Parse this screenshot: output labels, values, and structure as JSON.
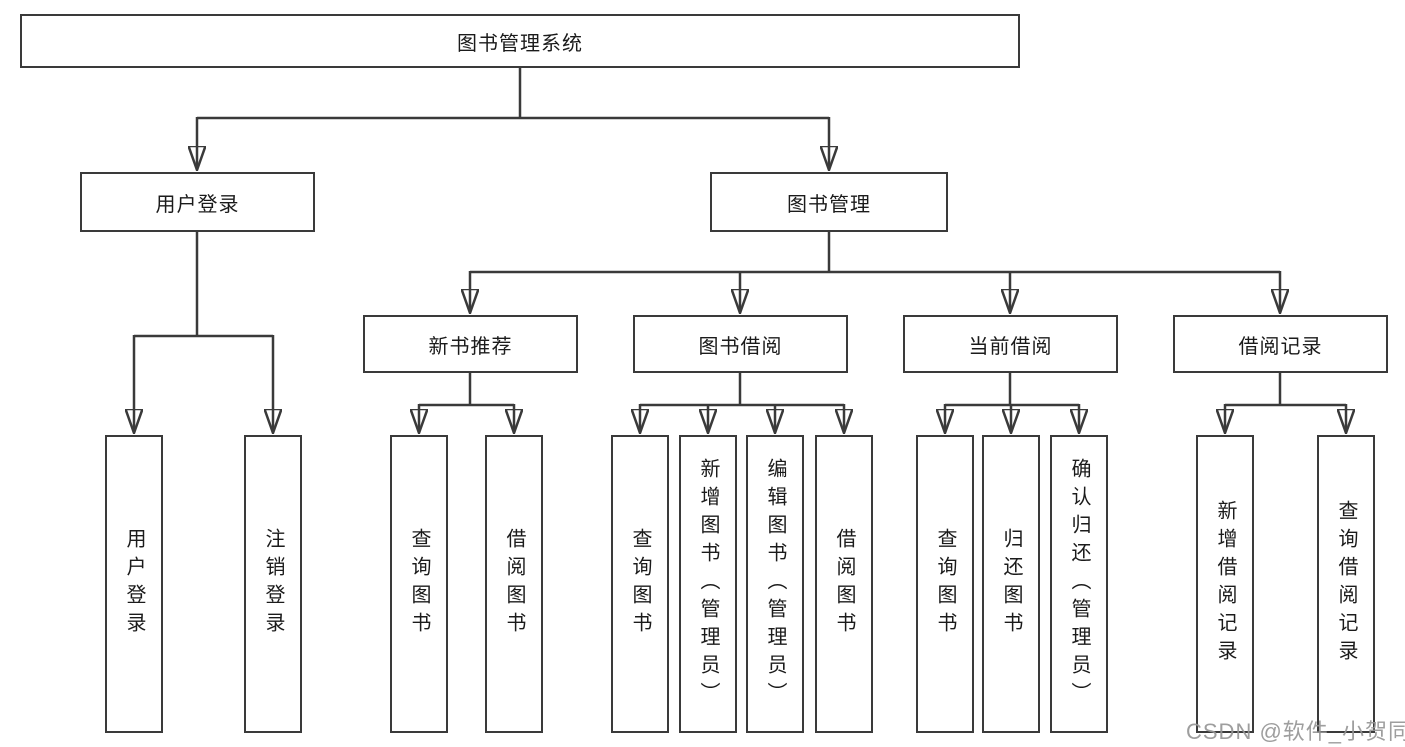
{
  "colors": {
    "background": "#ffffff",
    "box_border": "#3a3a3a",
    "connector_line": "#3a3a3a",
    "text": "#1b1b1b",
    "watermark": "#969696"
  },
  "diagram": {
    "root": {
      "label": "图书管理系统"
    },
    "level2": [
      {
        "label": "用户登录"
      },
      {
        "label": "图书管理"
      }
    ],
    "level3": [
      {
        "label": "新书推荐"
      },
      {
        "label": "图书借阅"
      },
      {
        "label": "当前借阅"
      },
      {
        "label": "借阅记录"
      }
    ],
    "leaves": {
      "user_login": [
        {
          "label": "用户登录"
        },
        {
          "label": "注销登录"
        }
      ],
      "new_books": [
        {
          "label": "查询图书"
        },
        {
          "label": "借阅图书"
        }
      ],
      "borrow": [
        {
          "label": "查询图书"
        },
        {
          "label": "新增图书（管理员）"
        },
        {
          "label": "编辑图书（管理员）"
        },
        {
          "label": "借阅图书"
        }
      ],
      "current": [
        {
          "label": "查询图书"
        },
        {
          "label": "归还图书"
        },
        {
          "label": "确认归还（管理员）"
        }
      ],
      "records": [
        {
          "label": "新增借阅记录"
        },
        {
          "label": "查询借阅记录"
        }
      ]
    }
  },
  "watermark": {
    "text": "CSDN @软件_小贺同学"
  }
}
